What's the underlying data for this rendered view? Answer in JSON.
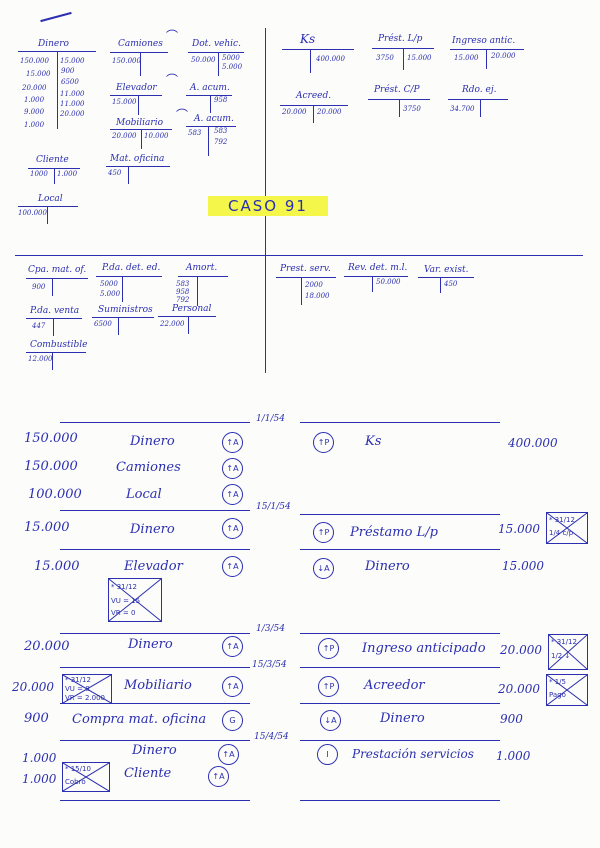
{
  "title": "CASO  91",
  "t": {
    "dinero": "Dinero",
    "camiones": "Camiones",
    "dep_vehi": "Dot. vehic.",
    "elevador": "Elevador",
    "a_acum1": "A. acum.",
    "mobiliario": "Mobiliario",
    "a_acum2": "A. acum.",
    "cliente": "Cliente",
    "mat_oficina": "Mat. oficina",
    "local": "Local",
    "ks": "Ks",
    "prest_lp": "Prést. L/p",
    "ingreso_antic": "Ingreso antic.",
    "acreed": "Acreed.",
    "prest_cp": "Prést. C/P",
    "rdo_ej": "Rdo. ej.",
    "cpa_mat_of": "Cpa. mat. of.",
    "pda_det_ed": "P.da. det. ed.",
    "amort": "Amort.",
    "pda_venta": "P.da. venta",
    "suministros": "Suministros",
    "personal": "Personal",
    "combustible": "Combustible",
    "prest_serv": "Prest. serv.",
    "rev_det_ml": "Rev. det. m.l.",
    "var_exist": "Var. exist."
  },
  "v": {
    "din_d1": "150.000",
    "din_d2": "15.000",
    "din_d3": "20.000",
    "din_d4": "1.000",
    "din_d5": "9.000",
    "din_d6": "1.000",
    "din_h1": "15.000",
    "din_h2": "900",
    "din_h3": "6500",
    "din_h4": "11.000",
    "din_h5": "11.000",
    "din_h6": "20.000",
    "cam_d": "150.000",
    "dv_d": "50.000",
    "dv_h1": "5000",
    "dv_h2": "5.000",
    "elev_d": "15.000",
    "aa1_h": "958",
    "mob_d": "20.000",
    "mob_h": "10.000",
    "aa2_d": "583",
    "aa2_h1": "583",
    "aa2_h2": "792",
    "cli_d": "1000",
    "cli_h": "1.000",
    "mat_d": "450",
    "loc_d": "100.000",
    "ks_h": "400.000",
    "plp_d": "3750",
    "plp_h": "15.000",
    "ia_d": "15.000",
    "ia_h": "20.000",
    "acr_d": "20.000",
    "acr_h": "20.000",
    "pcp_h": "3750",
    "rdo_d": "34.700",
    "cmo_d": "900",
    "pde_d1": "5000",
    "pde_d2": "5.000",
    "am_d1": "583",
    "am_d2": "958",
    "am_d3": "792",
    "pv_d": "447",
    "sum_d": "6500",
    "per_d": "22.000",
    "com_d": "12.000",
    "ps_h1": "2000",
    "ps_h2": "18.000",
    "rd_h": "50.000",
    "ve_h": "450"
  },
  "j": {
    "d1": "1/1/54",
    "d2": "15/1/54",
    "d3": "1/3/54",
    "d4": "15/3/54",
    "d5": "15/4/54",
    "e1": {
      "a1": "150.000",
      "l1": "Dinero",
      "c1": "↑A",
      "l2": "Ks",
      "c2": "↑P",
      "a2": "400.000"
    },
    "e1b": {
      "a": "150.000",
      "l": "Camiones",
      "c": "↑A"
    },
    "e1c": {
      "a": "100.000",
      "l": "Local",
      "c": "↑A"
    },
    "e2": {
      "a1": "15.000",
      "l1": "Dinero",
      "c1": "↑A",
      "l2": "Préstamo L/p",
      "c2": "↑P",
      "a2": "15.000"
    },
    "e3": {
      "a1": "15.000",
      "l1": "Elevador",
      "c1": "↑A",
      "l2": "Dinero",
      "c2": "↓A",
      "a2": "15.000"
    },
    "e4": {
      "a1": "20.000",
      "l1": "Dinero",
      "c1": "↑A",
      "l2": "Ingreso anticipado",
      "c2": "↑P",
      "a2": "20.000"
    },
    "e5": {
      "a1": "20.000",
      "l1": "Mobiliario",
      "c1": "↑A",
      "l2": "Acreedor",
      "c2": "↑P",
      "a2": "20.000"
    },
    "e6": {
      "a1": "900",
      "l1": "Compra mat. oficina",
      "c1": "G",
      "l2": "Dinero",
      "c2": "↓A",
      "a2": "900"
    },
    "e7": {
      "a1": "1.000",
      "l1": "Dinero",
      "c1": "↑A",
      "l2": "Prestación servicios",
      "c2": "I",
      "a2": "1.000"
    },
    "e7b": {
      "a": "1.000",
      "l": "Cliente",
      "c": "↑A"
    },
    "box_elev": {
      "l1": "* 31/12",
      "l2": "VU = 15",
      "l3": "VR = 0"
    },
    "box_mob": {
      "l1": "* 31/12",
      "l2": "VU = 8",
      "l3": "VR = 2.000"
    },
    "box_cli": {
      "l1": "* 15/10",
      "l2": "Cobro"
    },
    "box_plp": {
      "l1": "* 31/12",
      "l2": "1/4 c/p"
    },
    "box_ia": {
      "l1": "* 31/12",
      "l2": "1/2 ↓"
    },
    "box_acr": {
      "l1": "* 1/5",
      "l2": "Pago"
    }
  }
}
